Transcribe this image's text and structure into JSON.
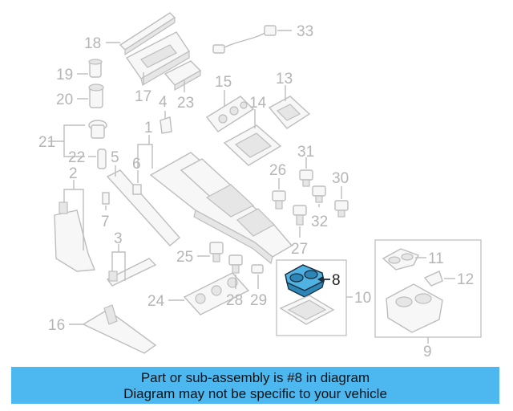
{
  "highlight": {
    "part": "8",
    "color": "#4fb2e3"
  },
  "callouts": {
    "c1": "1",
    "c2": "2",
    "c3": "3",
    "c4": "4",
    "c5": "5",
    "c6": "6",
    "c7": "7",
    "c8": "8",
    "c9": "9",
    "c10": "10",
    "c11": "11",
    "c12": "12",
    "c13": "13",
    "c14": "14",
    "c15": "15",
    "c16": "16",
    "c17": "17",
    "c18": "18",
    "c19": "19",
    "c20": "20",
    "c21": "21",
    "c22": "22",
    "c23": "23",
    "c24": "24",
    "c25": "25",
    "c26": "26",
    "c27": "27",
    "c28": "28",
    "c29": "29",
    "c30": "30",
    "c31": "31",
    "c32": "32",
    "c33": "33"
  },
  "banner": {
    "line1": "Part or sub-assembly is #8 in diagram",
    "line2": "Diagram may not be specific to your vehicle"
  }
}
